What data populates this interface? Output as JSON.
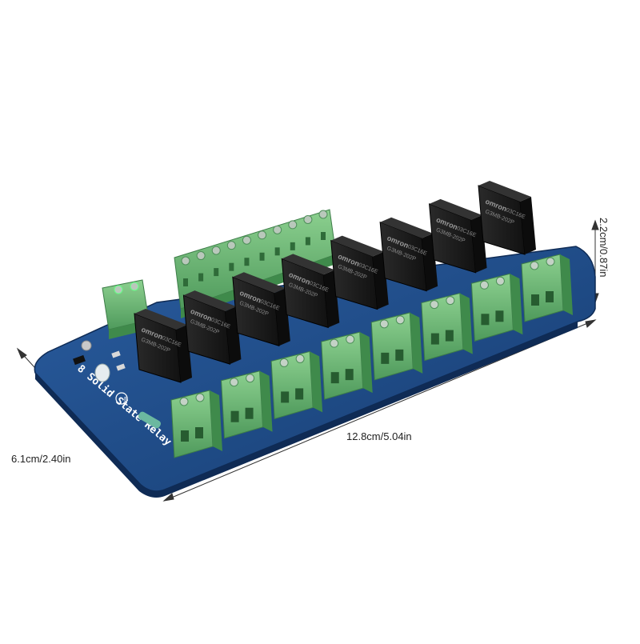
{
  "product": {
    "board_label": "8 Solid State Relay",
    "relay_brand": "omron",
    "relay_code": "03C16E",
    "relay_model": "G3MB-202P",
    "relay_count": 8,
    "output_terminals": 8,
    "input_terminal_pins": 10
  },
  "dimensions": {
    "length": "12.8cm/5.04in",
    "width": "6.1cm/2.40in",
    "height": "2.2cm/0.87in"
  },
  "colors": {
    "pcb": "#1f4a86",
    "terminal": "#5fae6e",
    "relay": "#1b1b1b",
    "background": "#ffffff"
  }
}
